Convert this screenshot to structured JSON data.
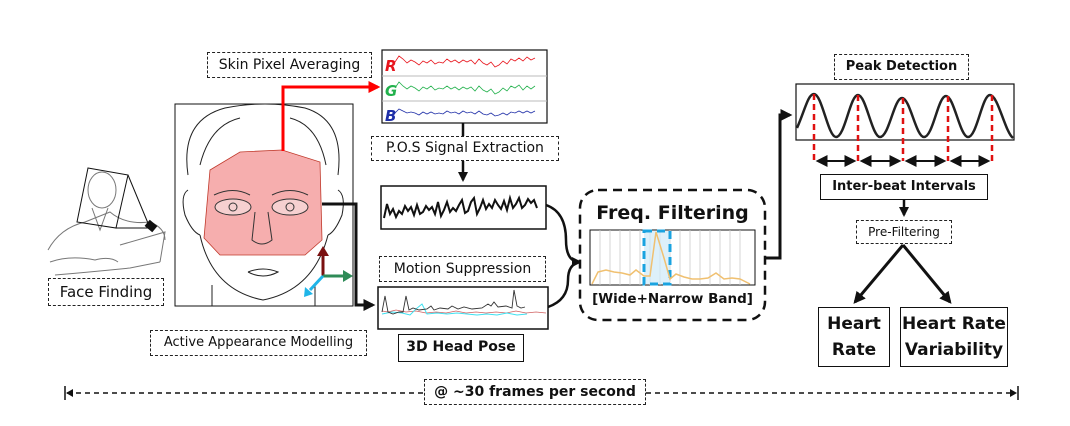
{
  "diagram": {
    "title": "Camera-based heart rate and heart rate variability pipeline",
    "labels": {
      "face_finding": "Face Finding",
      "skin_pixel_averaging": "Skin Pixel Averaging",
      "active_appearance_modelling": "Active Appearance Modelling",
      "pos_signal_extraction": "P.O.S Signal Extraction",
      "motion_suppression": "Motion Suppression",
      "head_pose_3d": "3D Head Pose",
      "freq_filtering": "Freq. Filtering",
      "wide_narrow_band": "[Wide+Narrow Band]",
      "peak_detection": "Peak Detection",
      "inter_beat_intervals": "Inter-beat Intervals",
      "pre_filtering": "Pre-Filtering",
      "heart_rate": "Heart Rate",
      "heart_rate_variability": "Heart Rate Variability",
      "frame_rate": "@ ~30 frames per second"
    },
    "rgb_channels": [
      {
        "letter": "R",
        "color": "#e8141c"
      },
      {
        "letter": "G",
        "color": "#22b14c"
      },
      {
        "letter": "B",
        "color": "#1f2fa8"
      }
    ],
    "colors": {
      "skin_region": "#f28b8b",
      "skin_arrow": "#ff0000",
      "pose_axis_up": "#7a1010",
      "pose_axis_right": "#2e8b57",
      "pose_axis_depth": "#1fb5e8",
      "spectrum_line": "#f0c070",
      "band_highlight": "#1aa3e0",
      "peak_marker": "#e01010"
    },
    "peak_count": 5,
    "interval_count": 4
  }
}
